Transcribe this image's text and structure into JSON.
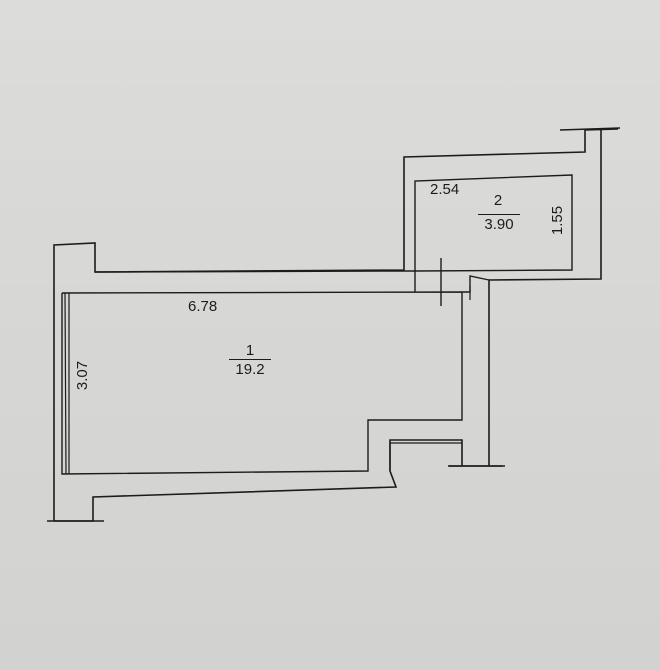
{
  "rooms": [
    {
      "number": "1",
      "area": "19.2"
    },
    {
      "number": "2",
      "area": "3.90"
    }
  ],
  "dimensions": {
    "room1_length": "6.78",
    "room1_width": "3.07",
    "room2_length": "2.54",
    "room2_width": "1.55"
  },
  "colors": {
    "paper": "#d9d9d7",
    "ink": "#1c1c1c"
  }
}
